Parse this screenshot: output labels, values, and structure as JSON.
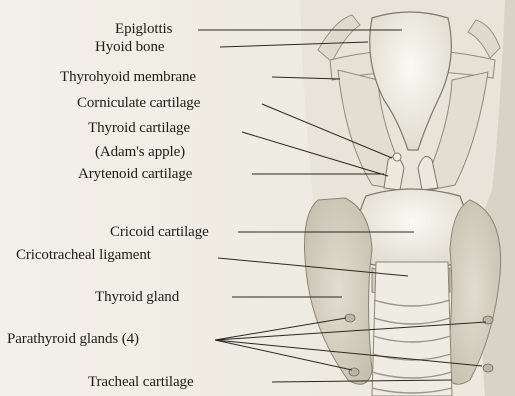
{
  "diagram": {
    "labels": {
      "epiglottis": "Epiglottis",
      "hyoid_bone": "Hyoid bone",
      "thyrohyoid_membrane": "Thyrohyoid membrane",
      "corniculate_cartilage": "Corniculate cartilage",
      "thyroid_cartilage": "Thyroid cartilage",
      "adams_apple": "(Adam's apple)",
      "arytenoid_cartilage": "Arytenoid cartilage",
      "cricoid_cartilage": "Cricoid cartilage",
      "cricotracheal_ligament": "Cricotracheal ligament",
      "thyroid_gland": "Thyroid gland",
      "parathyroid_glands": "Parathyroid glands (4)",
      "tracheal_cartilage": "Tracheal cartilage"
    }
  }
}
